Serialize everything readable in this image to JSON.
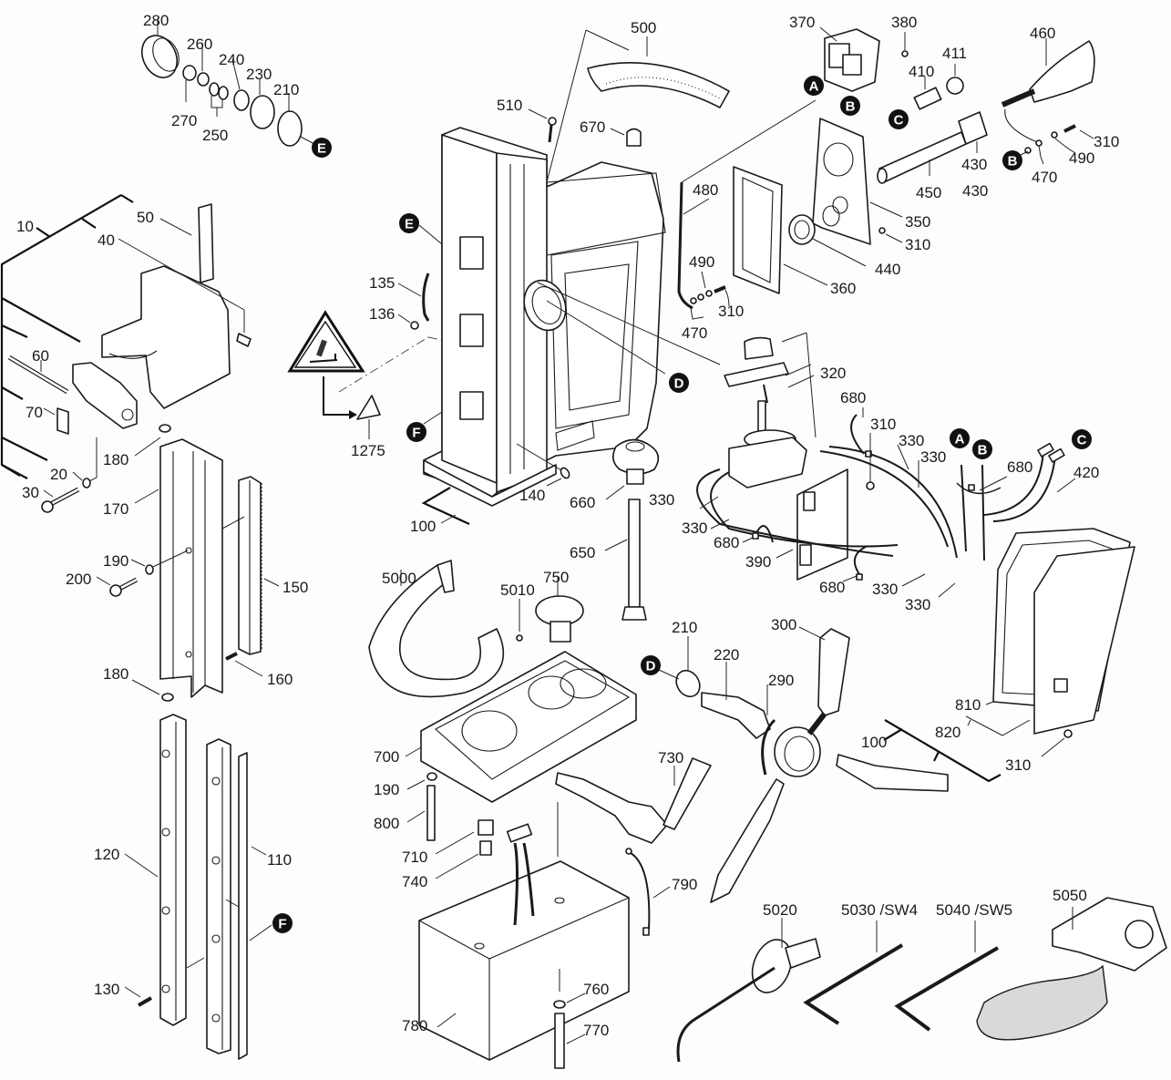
{
  "diagram": {
    "type": "exploded-parts-diagram",
    "subject": "Magnetic drill stand assembly",
    "part_labels": [
      {
        "id": "p280",
        "text": "280"
      },
      {
        "id": "p260",
        "text": "260"
      },
      {
        "id": "p240",
        "text": "240"
      },
      {
        "id": "p230",
        "text": "230"
      },
      {
        "id": "p210a",
        "text": "210"
      },
      {
        "id": "p270",
        "text": "270"
      },
      {
        "id": "p250",
        "text": "250"
      },
      {
        "id": "p10",
        "text": "10"
      },
      {
        "id": "p50",
        "text": "50"
      },
      {
        "id": "p40",
        "text": "40"
      },
      {
        "id": "p60",
        "text": "60"
      },
      {
        "id": "p70",
        "text": "70"
      },
      {
        "id": "p20",
        "text": "20"
      },
      {
        "id": "p30",
        "text": "30"
      },
      {
        "id": "p180a",
        "text": "180"
      },
      {
        "id": "p170",
        "text": "170"
      },
      {
        "id": "p190a",
        "text": "190"
      },
      {
        "id": "p200",
        "text": "200"
      },
      {
        "id": "p150",
        "text": "150"
      },
      {
        "id": "p160",
        "text": "160"
      },
      {
        "id": "p180b",
        "text": "180"
      },
      {
        "id": "p120",
        "text": "120"
      },
      {
        "id": "p110",
        "text": "110"
      },
      {
        "id": "p130",
        "text": "130"
      },
      {
        "id": "p500",
        "text": "500"
      },
      {
        "id": "p510",
        "text": "510"
      },
      {
        "id": "p670",
        "text": "670"
      },
      {
        "id": "p135",
        "text": "135"
      },
      {
        "id": "p136",
        "text": "136"
      },
      {
        "id": "p1275",
        "text": "1275"
      },
      {
        "id": "p140",
        "text": "140"
      },
      {
        "id": "p100a",
        "text": "100"
      },
      {
        "id": "p660",
        "text": "660"
      },
      {
        "id": "p650",
        "text": "650"
      },
      {
        "id": "p370",
        "text": "370"
      },
      {
        "id": "p380",
        "text": "380"
      },
      {
        "id": "p411",
        "text": "411"
      },
      {
        "id": "p410",
        "text": "410"
      },
      {
        "id": "p460",
        "text": "460"
      },
      {
        "id": "p310a",
        "text": "310"
      },
      {
        "id": "p430a",
        "text": "430"
      },
      {
        "id": "p430b",
        "text": "430"
      },
      {
        "id": "p450",
        "text": "450"
      },
      {
        "id": "p470a",
        "text": "470"
      },
      {
        "id": "p490a",
        "text": "490"
      },
      {
        "id": "p350",
        "text": "350"
      },
      {
        "id": "p310b",
        "text": "310"
      },
      {
        "id": "p440",
        "text": "440"
      },
      {
        "id": "p360",
        "text": "360"
      },
      {
        "id": "p480",
        "text": "480"
      },
      {
        "id": "p490b",
        "text": "490"
      },
      {
        "id": "p310c",
        "text": "310"
      },
      {
        "id": "p470b",
        "text": "470"
      },
      {
        "id": "p320",
        "text": "320"
      },
      {
        "id": "p680a",
        "text": "680"
      },
      {
        "id": "p310d",
        "text": "310"
      },
      {
        "id": "p330a",
        "text": "330"
      },
      {
        "id": "p330b",
        "text": "330"
      },
      {
        "id": "p680b",
        "text": "680"
      },
      {
        "id": "p420",
        "text": "420"
      },
      {
        "id": "p330c",
        "text": "330"
      },
      {
        "id": "p330d",
        "text": "330"
      },
      {
        "id": "p680c",
        "text": "680"
      },
      {
        "id": "p390",
        "text": "390"
      },
      {
        "id": "p680d",
        "text": "680"
      },
      {
        "id": "p330e",
        "text": "330"
      },
      {
        "id": "p330f",
        "text": "330"
      },
      {
        "id": "p5000",
        "text": "5000"
      },
      {
        "id": "p5010",
        "text": "5010"
      },
      {
        "id": "p750",
        "text": "750"
      },
      {
        "id": "p700",
        "text": "700"
      },
      {
        "id": "p190b",
        "text": "190"
      },
      {
        "id": "p800",
        "text": "800"
      },
      {
        "id": "p710",
        "text": "710"
      },
      {
        "id": "p740",
        "text": "740"
      },
      {
        "id": "p780",
        "text": "780"
      },
      {
        "id": "p760",
        "text": "760"
      },
      {
        "id": "p770",
        "text": "770"
      },
      {
        "id": "p790",
        "text": "790"
      },
      {
        "id": "p730",
        "text": "730"
      },
      {
        "id": "p210b",
        "text": "210"
      },
      {
        "id": "p220",
        "text": "220"
      },
      {
        "id": "p290",
        "text": "290"
      },
      {
        "id": "p300",
        "text": "300"
      },
      {
        "id": "p100b",
        "text": "100"
      },
      {
        "id": "p810",
        "text": "810"
      },
      {
        "id": "p820",
        "text": "820"
      },
      {
        "id": "p310e",
        "text": "310"
      },
      {
        "id": "p5020",
        "text": "5020"
      },
      {
        "id": "p5030",
        "text": "5030 /SW4"
      },
      {
        "id": "p5040",
        "text": "5040 /SW5"
      },
      {
        "id": "p5050",
        "text": "5050"
      }
    ],
    "reference_markers": [
      {
        "id": "refE1",
        "letter": "E"
      },
      {
        "id": "refE2",
        "letter": "E"
      },
      {
        "id": "refF1",
        "letter": "F"
      },
      {
        "id": "refF2",
        "letter": "F"
      },
      {
        "id": "refD1",
        "letter": "D"
      },
      {
        "id": "refD2",
        "letter": "D"
      },
      {
        "id": "refA1",
        "letter": "A"
      },
      {
        "id": "refB1",
        "letter": "B"
      },
      {
        "id": "refC1",
        "letter": "C"
      },
      {
        "id": "refB2",
        "letter": "B"
      },
      {
        "id": "refA2",
        "letter": "A"
      },
      {
        "id": "refB3",
        "letter": "B"
      },
      {
        "id": "refC2",
        "letter": "C"
      }
    ],
    "warning_sign": "warning-triangle-magnet"
  }
}
